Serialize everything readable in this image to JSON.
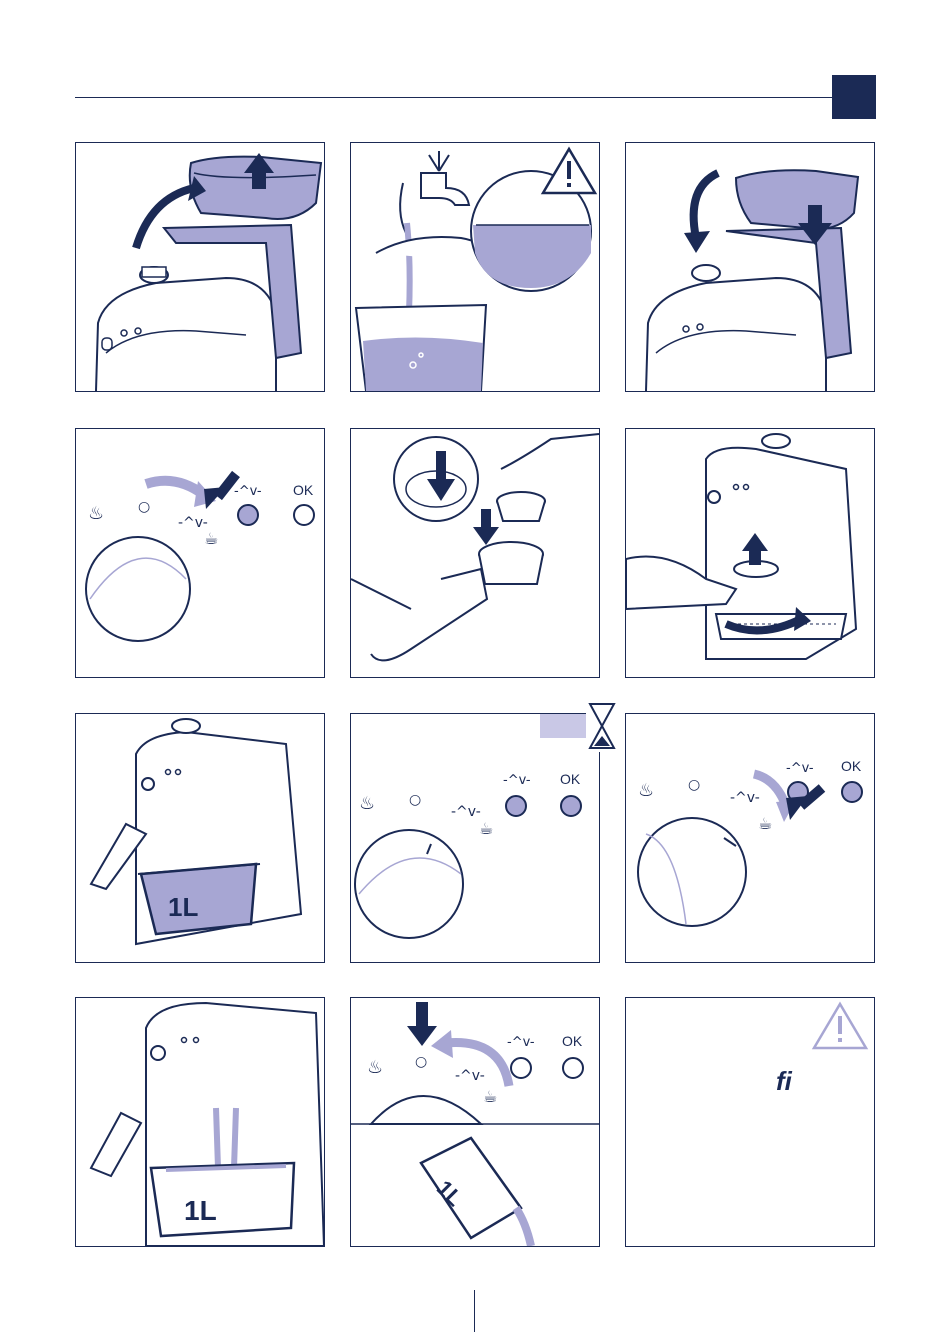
{
  "colors": {
    "navy": "#1b2a55",
    "lavender": "#a7a6d3",
    "lavender_light": "#c9c8e6",
    "white": "#ffffff"
  },
  "icons": [
    "warning-triangle-icon",
    "hourglass-icon",
    "arrow-up-icon",
    "arrow-down-icon",
    "curved-arrow-icon",
    "steam-icon",
    "hot-water-icon",
    "coffee-cup-icon",
    "thermometer-icon",
    "ok-light-icon"
  ],
  "panels": [
    {
      "id": "p1",
      "step": "lift water tank",
      "labels": []
    },
    {
      "id": "p2",
      "step": "fill water tank under tap",
      "labels": []
    },
    {
      "id": "p3",
      "step": "reinsert water tank",
      "labels": []
    },
    {
      "id": "p4",
      "step": "turn knob, lights",
      "labels": [
        "OK"
      ]
    },
    {
      "id": "p5",
      "step": "insert filter into holder",
      "labels": []
    },
    {
      "id": "p6",
      "step": "attach filter holder",
      "labels": []
    },
    {
      "id": "p7",
      "step": "place 1L container",
      "labels": [
        "1L"
      ]
    },
    {
      "id": "p8",
      "step": "wait, lights blinking",
      "labels": [
        "OK"
      ]
    },
    {
      "id": "p9",
      "step": "turn knob to coffee",
      "labels": [
        "OK"
      ]
    },
    {
      "id": "p10",
      "step": "dispense into container",
      "labels": [
        "1L"
      ]
    },
    {
      "id": "p11",
      "step": "turn knob back, empty container",
      "labels": [
        "OK",
        "1L"
      ]
    },
    {
      "id": "p12",
      "step": "warning",
      "labels": [
        "fi"
      ]
    }
  ],
  "text": {
    "ok": "OK",
    "one_liter": "1L",
    "fi": "fi"
  }
}
